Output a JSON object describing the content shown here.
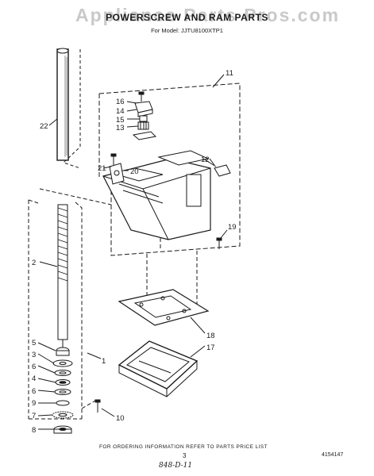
{
  "watermark": "Appliance Parts Pros.com",
  "title": "POWERSCREW AND RAM PARTS",
  "subtitle": "For Model: JJTU8100XTP1",
  "footer_note": "FOR ORDERING INFORMATION REFER TO PARTS PRICE LIST",
  "page_number": "3",
  "doc_code": "4154147",
  "handwritten": "848-D-11",
  "callouts": {
    "c1": "1",
    "c2": "2",
    "c3": "3",
    "c4": "4",
    "c5": "5",
    "c6a": "6",
    "c6b": "6",
    "c7": "7",
    "c8": "8",
    "c9": "9",
    "c10": "10",
    "c11": "11",
    "c12": "12",
    "c13": "13",
    "c14": "14",
    "c15": "15",
    "c16": "16",
    "c17": "17",
    "c18": "18",
    "c19": "19",
    "c20": "20",
    "c21": "21",
    "c22": "22"
  }
}
